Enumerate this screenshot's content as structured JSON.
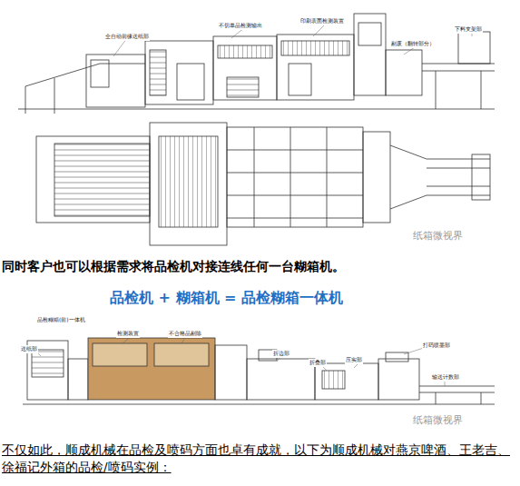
{
  "diagram": {
    "labels": [
      "全自动前缘送纸部",
      "不切单品检测输出",
      "印刷表面检测装置",
      "剔废（翻转部分）",
      "下料支架部",
      "纸箱微视界",
      "同时客户也可以根据需求将品检机对接连线任何一台糊箱机。",
      "品检机 + 糊箱机 = 品检糊箱一体机",
      "品检糊箱(前)一体机",
      "送纸部",
      "检测装置",
      "不合格品剔除",
      "折边部",
      "折叠部",
      "压实部",
      "打码喷墨部",
      "输送计数部",
      "纸箱微视界",
      "不仅如此，顺成机械在品检及喷码方面也卓有成就，以下为顺成机械对燕京啤酒、王老吉、徐福记外箱的品检/喷码实例："
    ]
  }
}
